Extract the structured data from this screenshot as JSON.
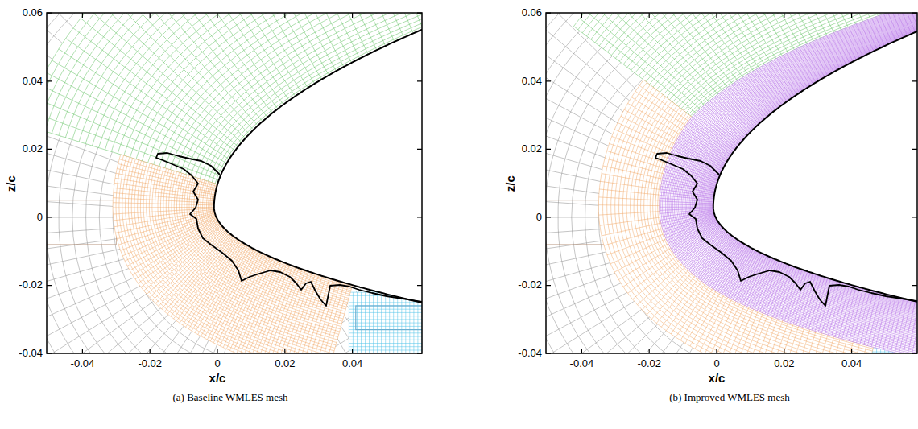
{
  "diagram": {
    "labels": [
      "0.06",
      "0.04",
      "0.02",
      "0",
      "-0.02",
      "-0.04",
      "-0.04",
      "-0.02",
      "0",
      "0.02",
      "0.04",
      "z/c",
      "x/c",
      "(a) Baseline WMLES mesh",
      "0.06",
      "0.04",
      "0.02",
      "0",
      "-0.02",
      "-0.04",
      "-0.04",
      "-0.02",
      "0",
      "0.02",
      "0.04",
      "z/c",
      "x/c",
      "(b) Improved WMLES mesh"
    ]
  }
}
